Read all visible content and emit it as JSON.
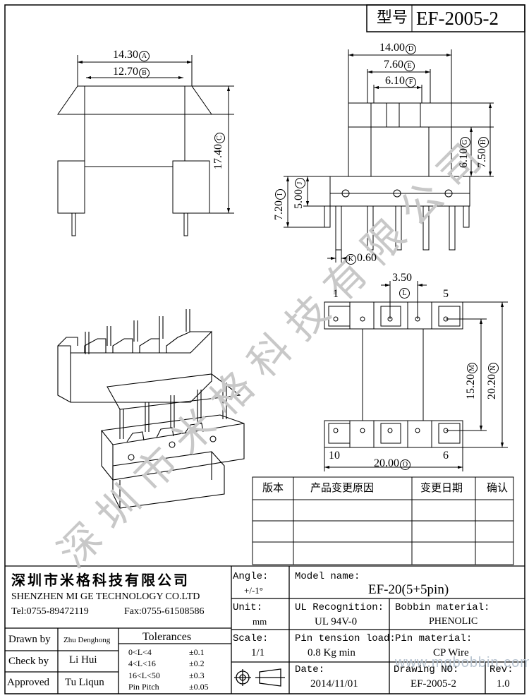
{
  "title_block": {
    "type_label": "型号",
    "type_value": "EF-2005-2"
  },
  "watermark": {
    "text": "深圳市米格科技有限公司",
    "url": "www.mgbobbin.com"
  },
  "dimensions": {
    "A": {
      "value": "14.30",
      "letter": "A"
    },
    "B": {
      "value": "12.70",
      "letter": "B"
    },
    "C": {
      "value": "17.40",
      "letter": "C"
    },
    "D": {
      "value": "14.00",
      "letter": "D"
    },
    "E": {
      "value": "7.60",
      "letter": "E"
    },
    "F": {
      "value": "6.10",
      "letter": "F"
    },
    "G": {
      "value": "6.10",
      "letter": "G"
    },
    "H": {
      "value": "7.50",
      "letter": "H"
    },
    "I": {
      "value": "7.20",
      "letter": "I"
    },
    "J": {
      "value": "5.00",
      "letter": "J"
    },
    "K": {
      "value": "0.60",
      "letter": "K"
    },
    "L": {
      "value": "3.50",
      "letter": "L"
    },
    "M": {
      "value": "15.20",
      "letter": "M"
    },
    "N": {
      "value": "20.20",
      "letter": "N"
    },
    "O": {
      "value": "20.00",
      "letter": "O"
    }
  },
  "pins": {
    "p1": "1",
    "p5": "5",
    "p10": "10",
    "p6": "6"
  },
  "revision_table": {
    "headers": [
      "版本",
      "产品变更原因",
      "变更日期",
      "确认"
    ],
    "rows": [
      [
        "",
        "",
        "",
        ""
      ],
      [
        "",
        "",
        "",
        ""
      ],
      [
        "",
        "",
        "",
        ""
      ]
    ]
  },
  "company": {
    "name_cn": "深圳市米格科技有限公司",
    "name_en": "SHENZHEN  MI GE TECHNOLOGY  CO.LTD",
    "tel": "Tel:0755-89472119",
    "fax": "Fax:0755-61508586"
  },
  "people": {
    "drawn_label": "Drawn by",
    "drawn_value": "Zhu Denghong",
    "check_label": "Check by",
    "check_value": "Li Hui",
    "approved_label": "Approved",
    "approved_value": "Tu Liqun"
  },
  "tolerances": {
    "title": "Tolerances",
    "rows": [
      {
        "range": "0<L<4",
        "value": "±0.1"
      },
      {
        "range": "4<L<16",
        "value": "±0.2"
      },
      {
        "range": "16<L<50",
        "value": "±0.3"
      },
      {
        "range": "Pin Pitch",
        "value": "±0.05"
      }
    ]
  },
  "specs": {
    "angle_label": "Angle:",
    "angle_value": "+/-1°",
    "unit_label": "Unit:",
    "unit_value": "mm",
    "scale_label": "Scale:",
    "scale_value": "1/1",
    "model_label": "Model name:",
    "model_value": "EF-20(5+5pin)",
    "ul_label": "UL Recognition:",
    "ul_value": "UL 94V-0",
    "bobbin_label": "Bobbin material:",
    "bobbin_value": "PHENOLIC",
    "tension_label": "Pin tension load:",
    "tension_value": "0.8 Kg min",
    "pinmat_label": "Pin material:",
    "pinmat_value": "CP Wire",
    "date_label": "Date:",
    "date_value": "2014/11/01",
    "drawno_label": "Drawing NO:",
    "drawno_value": "EF-2005-2",
    "rev_label": "Rev:",
    "rev_value": "1.0"
  }
}
